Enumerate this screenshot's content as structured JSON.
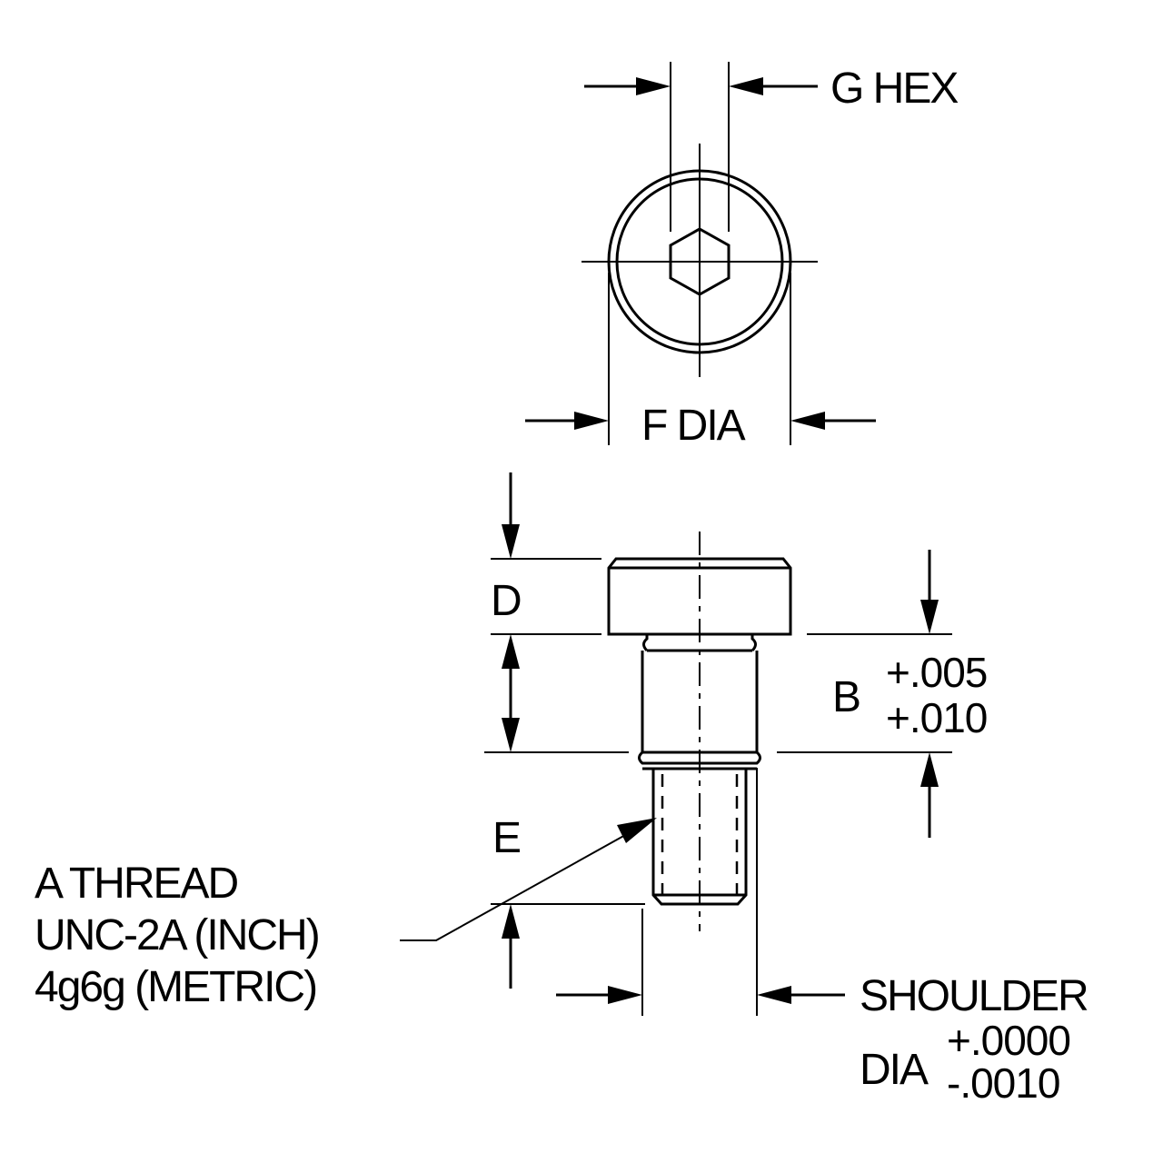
{
  "labels": {
    "g_hex": "G HEX",
    "f_dia": "F DIA",
    "d": "D",
    "b": "B",
    "b_tol_upper": "+.005",
    "b_tol_lower": "+.010",
    "e": "E",
    "thread_line1": "A THREAD",
    "thread_line2": "UNC-2A (INCH)",
    "thread_line3": "4g6g (METRIC)",
    "shoulder": "SHOULDER",
    "shoulder_dia": "DIA",
    "shoulder_tol_upper": "+.0000",
    "shoulder_tol_lower": "-.0010"
  }
}
